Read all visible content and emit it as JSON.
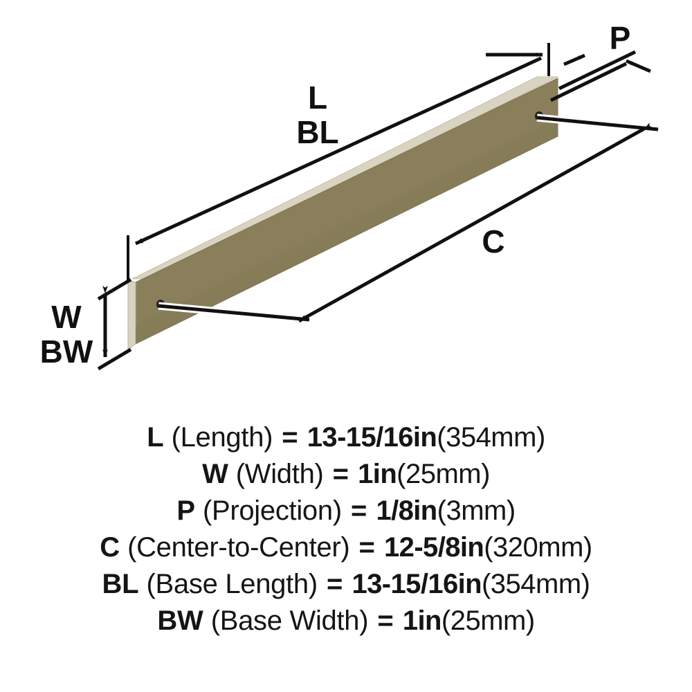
{
  "diagram": {
    "labels": {
      "length_top": "L",
      "base_length": "BL",
      "width": "W",
      "base_width": "BW",
      "projection": "P",
      "center_to_center": "C"
    },
    "colors": {
      "face": "#8a7f5a",
      "face_shade": "#847a56",
      "top_edge": "#d9d4c2",
      "end_cap": "#d8d2c0",
      "end_cap_edge": "#b9b3a0",
      "line": "#111111",
      "background": "#ffffff"
    }
  },
  "specs": [
    {
      "symbol": "L",
      "name": "(Length)",
      "equals": "=",
      "imperial": "13-15/16in",
      "metric": "(354mm)"
    },
    {
      "symbol": "W",
      "name": "(Width)",
      "equals": "=",
      "imperial": "1in",
      "metric": "(25mm)"
    },
    {
      "symbol": "P",
      "name": "(Projection)",
      "equals": "=",
      "imperial": "1/8in",
      "metric": "(3mm)"
    },
    {
      "symbol": "C",
      "name": "(Center-to-Center)",
      "equals": "=",
      "imperial": "12-5/8in",
      "metric": "(320mm)"
    },
    {
      "symbol": "BL",
      "name": "(Base Length)",
      "equals": "=",
      "imperial": "13-15/16in",
      "metric": "(354mm)"
    },
    {
      "symbol": "BW",
      "name": "(Base Width)",
      "equals": "=",
      "imperial": "1in",
      "metric": "(25mm)"
    }
  ]
}
